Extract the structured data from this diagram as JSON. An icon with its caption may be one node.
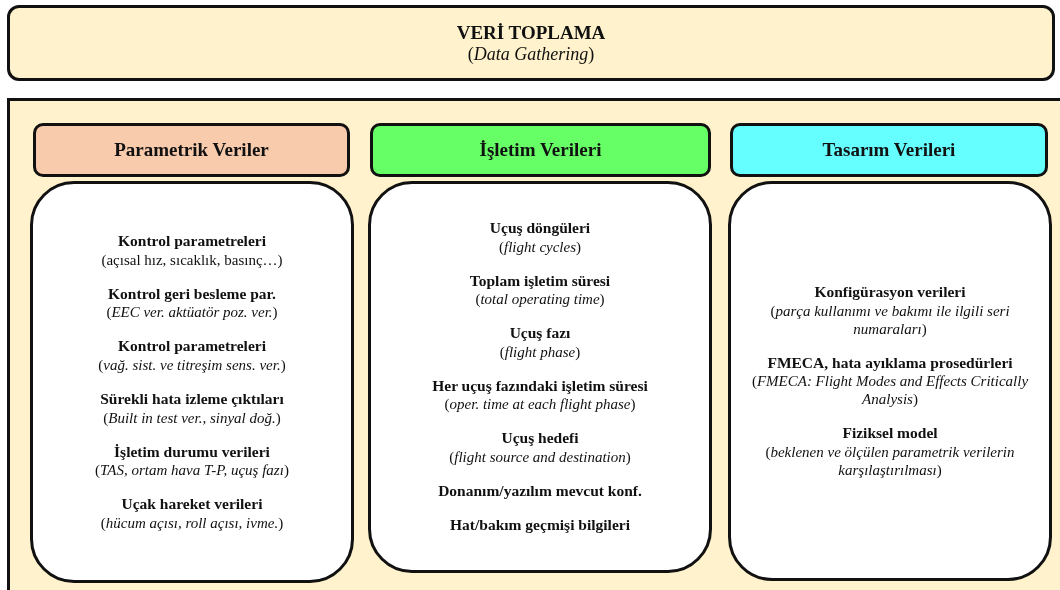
{
  "diagram": {
    "nodes": [
      {
        "text": [
          "VERİ TOPLAMA",
          "(*Data Gathering*)"
        ]
      },
      {
        "text": [],
        "shape": "box"
      },
      {
        "text": [
          "Parametrik Veriler"
        ],
        "in": 1
      },
      {
        "text": [
          "Kontrol parametreleri",
          "(açısal hız, sıcaklık, basınç…)",
          "Kontrol geri besleme par.",
          "(*EEC ver. aktüatör poz. ver.*)",
          "Kontrol parametreleri",
          "(*vağ. sist. ve titreşim sens. ver.*)",
          "Sürekli hata izleme çıktıları",
          "(*Built in test ver., sinyal doğ.*)",
          "İşletim durumu verileri",
          "(*TAS, ortam hava T-P, uçuş fazı*)",
          "Uçak hareket verileri",
          "(*hücum açısı, roll açısı, ivme.*)"
        ],
        "in": 1
      },
      {
        "text": [
          "İşletim Verileri"
        ],
        "in": 1
      },
      {
        "text": [
          "Uçuş döngüleri",
          "(*flight cycles*)",
          "Toplam işletim süresi",
          "(*total operating time*)",
          "Uçuş fazı",
          "(*flight phase*)",
          "Her uçuş fazındaki işletim süresi",
          "(*oper. time at each flight phase*)",
          "Uçuş hedefi",
          "(*flight source and destination*)",
          "Donanım/yazılım mevcut konf.",
          "Hat/bakım geçmişi bilgileri"
        ],
        "in": 1
      },
      {
        "text": [
          "Tasarım Verileri"
        ],
        "in": 1
      },
      {
        "text": [
          "Konfigürasyon verileri",
          "(*parça kullanımı ve bakımı ile ilgili seri numaraları*)",
          "FMECA, hata ayıklama prosedürleri",
          "(*FMECA: Flight Modes and Effects Critically Analysis*)",
          "Fiziksel model",
          "(*beklenen ve ölçülen parametrik verilerin karşılaştırılması*)"
        ],
        "in": 1
      }
    ]
  }
}
